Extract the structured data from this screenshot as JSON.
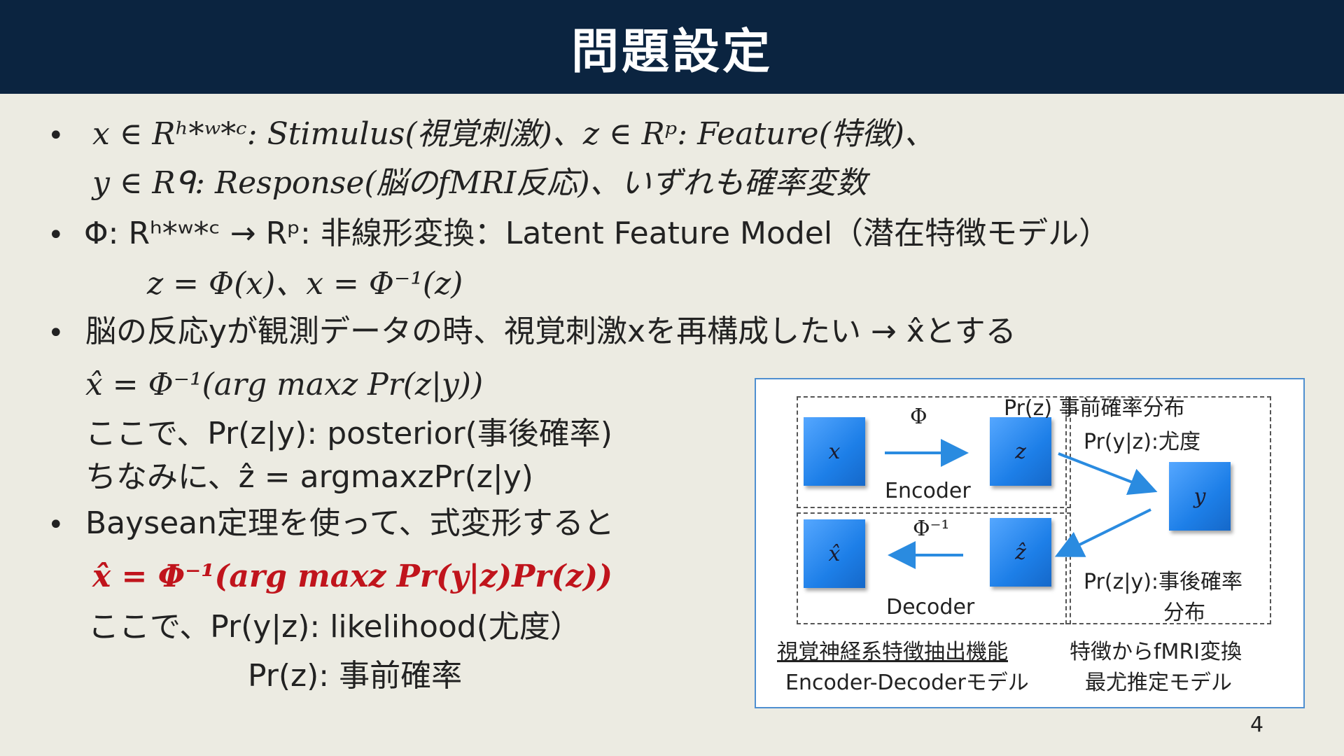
{
  "header": {
    "title": "問題設定"
  },
  "bullets": {
    "b1_line1": "x ∈ Rʰ*ʷ*ᶜ: Stimulus(視覚刺激)、z ∈ Rᵖ: Feature(特徴)、",
    "b1_line2": "y ∈ Rᑫ: Response(脳のfMRI反応)、いずれも確率変数",
    "b2_line1": "Φ: Rʰ*ʷ*ᶜ → Rᵖ: 非線形変換：Latent Feature Model（潜在特徴モデル）",
    "b2_line2": "z = Φ(x)、x = Φ⁻¹(z)",
    "b3_line1": "脳の反応yが観測データの時、視覚刺激xを再構成したい → x̂とする",
    "b3_line2": "x̂ = Φ⁻¹(arg maxz Pr(z|y))",
    "b3_line3": "ここで、Pr(z|y): posterior(事後確率)",
    "b3_line4": "ちなみに、ẑ = argmaxzPr(z|y)",
    "b4_line1": "Baysean定理を使って、式変形すると",
    "b4_line2": "x̂ = Φ⁻¹(arg maxz Pr(y|z)Pr(z))",
    "b4_line3": "ここで、Pr(y|z): likelihood(尤度）",
    "b4_line4": "Pr(z): 事前確率"
  },
  "diagram": {
    "node_x": "x",
    "node_z": "z",
    "node_y": "y",
    "node_xhat": "x̂",
    "node_zhat": "ẑ",
    "phi": "Φ",
    "phi_inv": "Φ⁻¹",
    "encoder": "Encoder",
    "decoder": "Decoder",
    "prior": "Pr(z) 事前確率分布",
    "likelihood": "Pr(y|z):尤度",
    "posterior_line1": "Pr(z|y):事後確率",
    "posterior_line2": "分布",
    "left_caption1": "視覚神経系特徴抽出機能",
    "left_caption2": "Encoder-Decoderモデル",
    "right_caption1": "特徴からfMRI変換",
    "right_caption2": "最尤推定モデル",
    "node_color": "#1d7fe8",
    "arrow_color": "#2a8be0"
  },
  "page_number": "4"
}
